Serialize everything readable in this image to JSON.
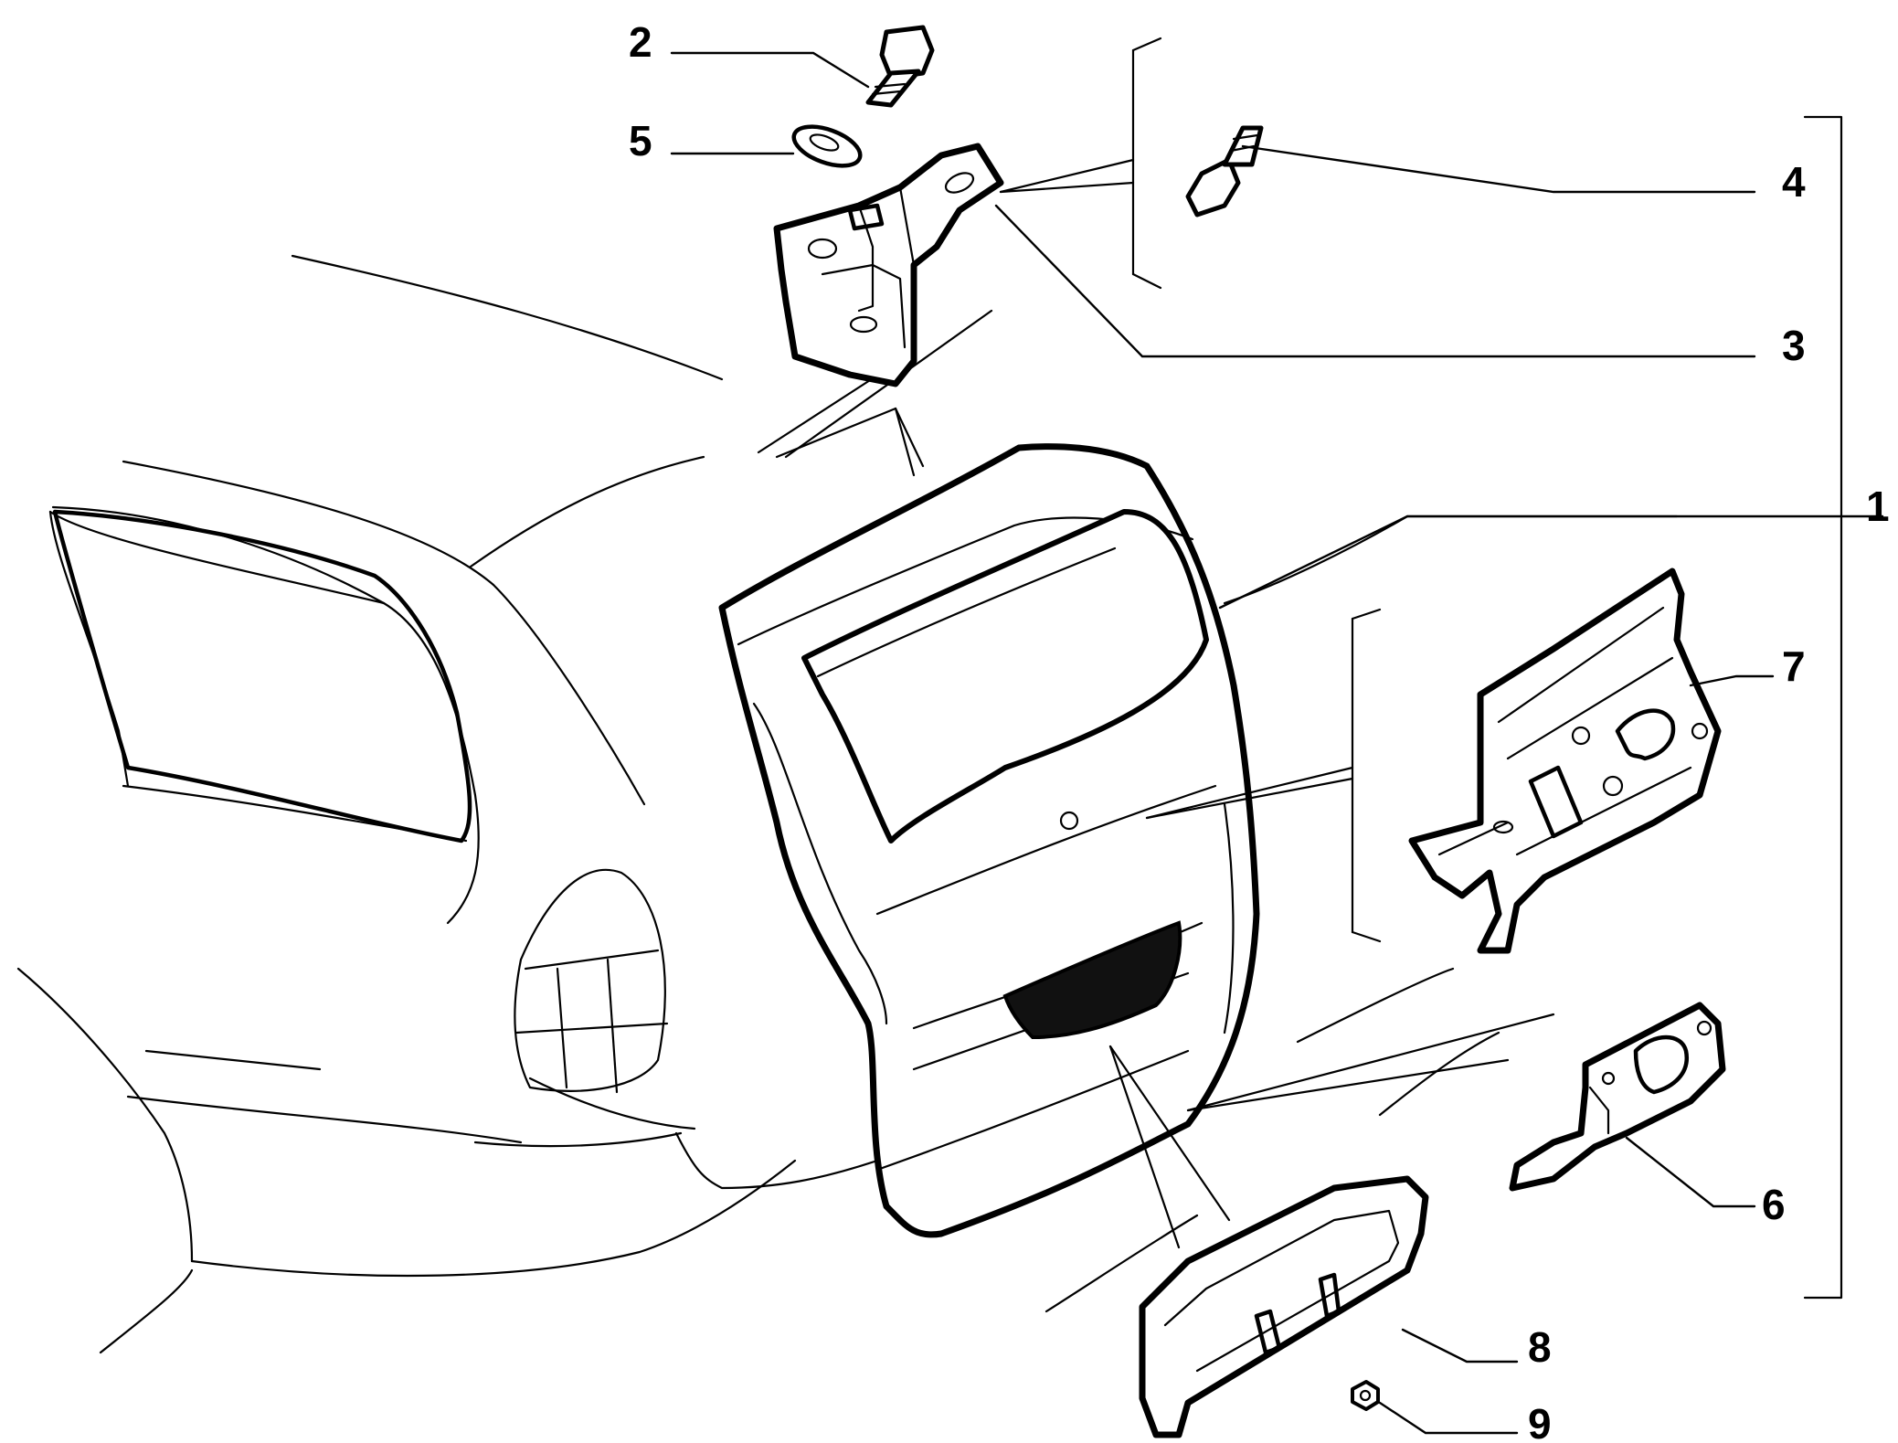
{
  "diagram": {
    "callouts": [
      {
        "id": "1",
        "label": "1",
        "part": "tailgate"
      },
      {
        "id": "2",
        "label": "2",
        "part": "hinge-bolt"
      },
      {
        "id": "3",
        "label": "3",
        "part": "hinge"
      },
      {
        "id": "4",
        "label": "4",
        "part": "hinge-screw"
      },
      {
        "id": "5",
        "label": "5",
        "part": "washer"
      },
      {
        "id": "6",
        "label": "6",
        "part": "latch-bracket"
      },
      {
        "id": "7",
        "label": "7",
        "part": "lock-reinforcement-plate"
      },
      {
        "id": "8",
        "label": "8",
        "part": "plate-lamp-housing"
      },
      {
        "id": "9",
        "label": "9",
        "part": "nut"
      }
    ]
  }
}
